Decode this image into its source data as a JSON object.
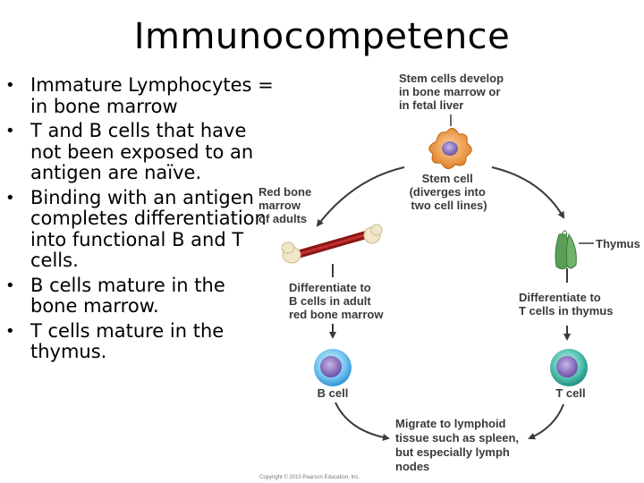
{
  "title": "Immunocompetence",
  "bullets": [
    "Immature Lymphocytes = in bone marrow",
    "T and B cells that have not been exposed to an antigen are naïve.",
    "Binding with an antigen completes differentiation into functional B and T cells.",
    "B cells mature in the bone marrow.",
    "T cells mature in the thymus."
  ],
  "diagram": {
    "stem_cells_develop": [
      "Stem cells develop",
      "in bone marrow or",
      "in fetal liver"
    ],
    "stem_cell": [
      "Stem cell",
      "(diverges into",
      "two cell lines)"
    ],
    "red_bone_marrow": [
      "Red bone",
      "marrow",
      "of adults"
    ],
    "thymus": "Thymus",
    "differentiate_b": [
      "Differentiate to",
      "B cells in adult",
      "red bone marrow"
    ],
    "differentiate_t": [
      "Differentiate to",
      "T cells in thymus"
    ],
    "b_cell": "B cell",
    "t_cell": "T cell",
    "migrate": [
      "Migrate to lymphoid",
      "tissue such as spleen,",
      "but especially lymph",
      "nodes"
    ],
    "copyright": "Copyright © 2010 Pearson Education, Inc.",
    "colors": {
      "arrow": "#3a3a3a",
      "stem_cell": "#e07a1e",
      "stem_nucleus": "#7a4fa0",
      "bone": "#9b1a1a",
      "bone_end": "#f1e6c8",
      "thymus": "#5a9e58",
      "b_cell": "#4fb0e8",
      "t_cell": "#2fa89a",
      "cell_nucleus": "#7b5fb0"
    }
  }
}
